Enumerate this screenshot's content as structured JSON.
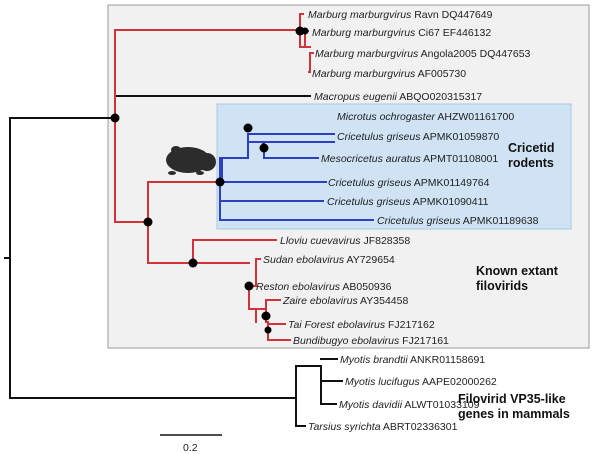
{
  "colors": {
    "filovirus_branch": "#d0343a",
    "rodent_branch": "#2f3fbf",
    "other_branch": "#111111",
    "filovirid_box_fill": "#f1f1f1",
    "filovirid_box_border": "#9a9a9a",
    "rodent_box_fill": "#cfe3f5",
    "rodent_box_border": "#a8c8e6",
    "node_dot": "#000000"
  },
  "taxa": [
    {
      "italic": "Marburg marburgvirus",
      "rest": " Ravn DQ447649"
    },
    {
      "italic": "Marburg marburgvirus",
      "rest": " Ci67 EF446132"
    },
    {
      "italic": "Marburg marburgvirus",
      "rest": " Angola2005 DQ447653"
    },
    {
      "italic": "Marburg marburgvirus",
      "rest": " AF005730"
    },
    {
      "italic": "Macropus eugenii",
      "rest": " ABQO020315317"
    },
    {
      "italic": "Microtus ochrogaster",
      "rest": " AHZW01161700"
    },
    {
      "italic": "Cricetulus griseus",
      "rest": " APMK01059870"
    },
    {
      "italic": "Mesocricetus auratus",
      "rest": " APMT01108001"
    },
    {
      "italic": "Cricetulus griseus",
      "rest": " APMK01149764"
    },
    {
      "italic": "Cricetulus griseus",
      "rest": " APMK01090411"
    },
    {
      "italic": "Cricetulus griseus",
      "rest": " APMK01189638"
    },
    {
      "italic": "Lloviu cuevavirus",
      "rest": " JF828358"
    },
    {
      "italic": "Sudan ebolavirus",
      "rest": " AY729654"
    },
    {
      "italic": "Reston ebolavirus",
      "rest": " AB050936"
    },
    {
      "italic": "Zaire ebolavirus",
      "rest": " AY354458"
    },
    {
      "italic": "Tai Forest ebolavirus",
      "rest": " FJ217162"
    },
    {
      "italic": "Bundibugyo ebolavirus",
      "rest": " FJ217161"
    },
    {
      "italic": "Myotis brandtii",
      "rest": " ANKR01158691"
    },
    {
      "italic": "Myotis lucifugus",
      "rest": " AAPE02000262"
    },
    {
      "italic": "Myotis davidii",
      "rest": " ALWT01033109"
    },
    {
      "italic": "Tarsius syrichta",
      "rest": " ABRT02336301"
    }
  ],
  "groups": {
    "rodents": {
      "line1": "Cricetid",
      "line2": "rodents"
    },
    "filovirids": {
      "line1": "Known extant",
      "line2": "filovirids"
    },
    "mammals": {
      "line1": "Filovirid VP35-like",
      "line2": "genes in mammals"
    }
  },
  "scale_bar": {
    "label": "0.2"
  },
  "icon": "hamster-silhouette-icon"
}
